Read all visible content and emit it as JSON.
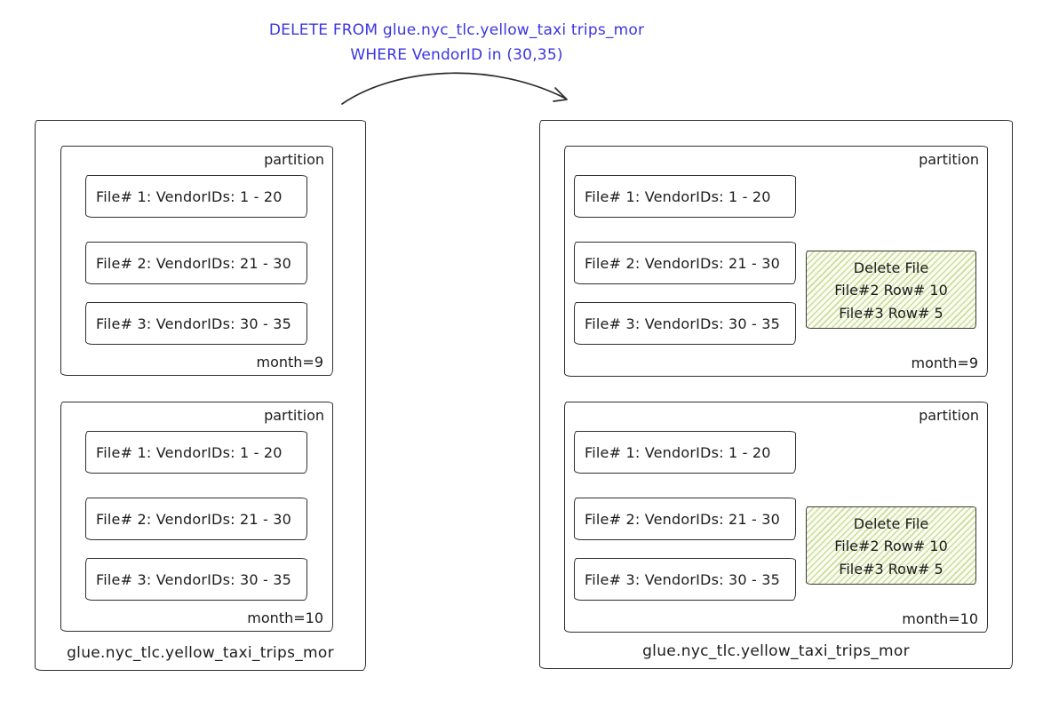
{
  "title": {
    "line1": "DELETE FROM glue.nyc_tlc.yellow_taxi trips_mor",
    "line2": "WHERE VendorID in (30,35)"
  },
  "colors": {
    "title_blue": "#3c35e0",
    "stroke": "#2e2e2e",
    "delete_fill": "#fafcf0",
    "delete_hatch": "#b2cb70"
  },
  "icons": {
    "arrow": "curved-right-arrow"
  },
  "before_table": {
    "name": "glue.nyc_tlc.yellow_taxi_trips_mor",
    "partitions": [
      {
        "label": "partition",
        "month": "month=9",
        "files": [
          "File# 1: VendorIDs: 1 - 20",
          "File# 2: VendorIDs: 21 - 30",
          "File# 3: VendorIDs: 30 - 35"
        ]
      },
      {
        "label": "partition",
        "month": "month=10",
        "files": [
          "File# 1: VendorIDs: 1 - 20",
          "File# 2: VendorIDs: 21 - 30",
          "File# 3: VendorIDs: 30 - 35"
        ]
      }
    ]
  },
  "after_table": {
    "name": "glue.nyc_tlc.yellow_taxi_trips_mor",
    "partitions": [
      {
        "label": "partition",
        "month": "month=9",
        "files": [
          "File# 1: VendorIDs: 1 - 20",
          "File# 2: VendorIDs: 21 - 30",
          "File# 3: VendorIDs: 30 - 35"
        ],
        "delete_file": {
          "title": "Delete File",
          "entries": [
            "File#2 Row# 10",
            "File#3 Row# 5"
          ]
        }
      },
      {
        "label": "partition",
        "month": "month=10",
        "files": [
          "File# 1: VendorIDs: 1 - 20",
          "File# 2: VendorIDs: 21 - 30",
          "File# 3: VendorIDs: 30 - 35"
        ],
        "delete_file": {
          "title": "Delete File",
          "entries": [
            "File#2 Row# 10",
            "File#3 Row# 5"
          ]
        }
      }
    ]
  }
}
